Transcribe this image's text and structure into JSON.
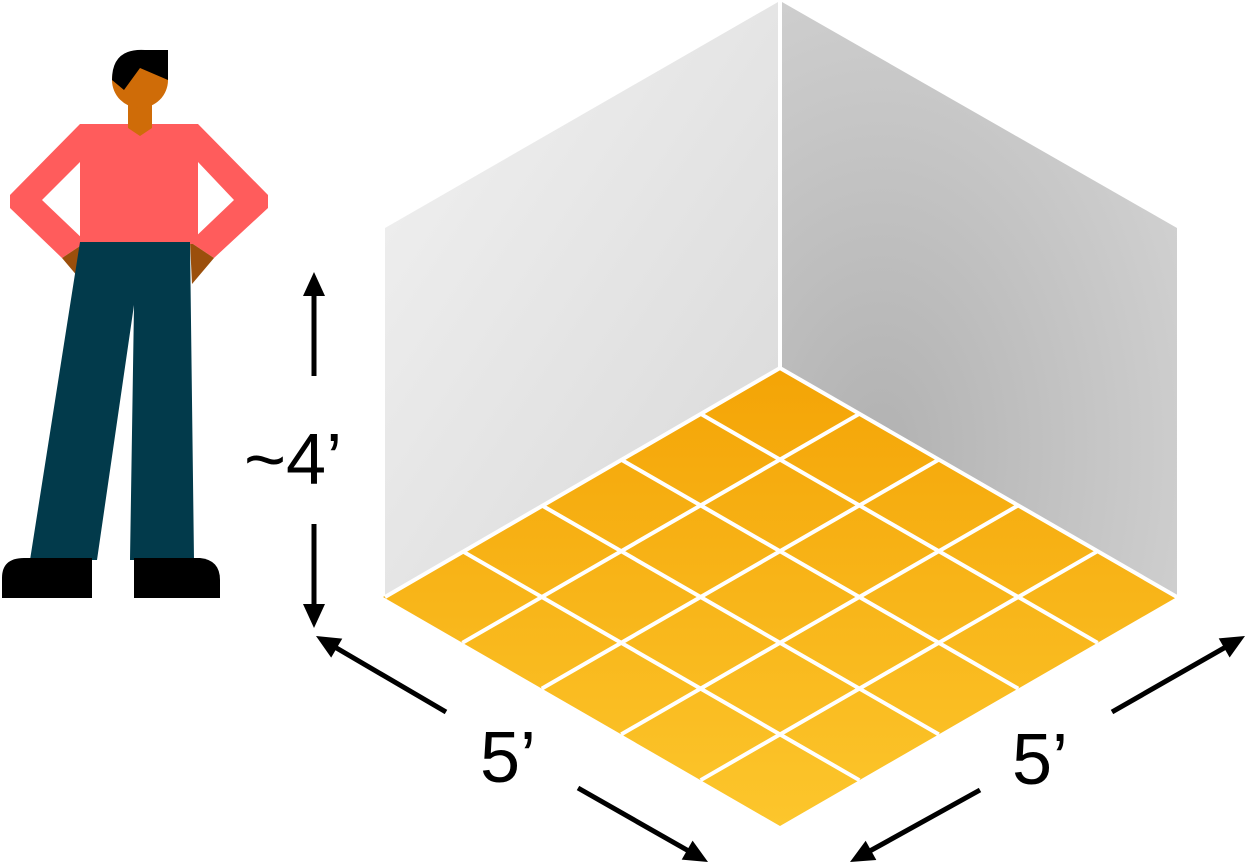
{
  "labels": {
    "height": "~4’",
    "left_width": "5’",
    "right_width": "5’"
  },
  "floor_grid": {
    "rows": 5,
    "cols": 5
  },
  "colors": {
    "floor_back": "#f4a406",
    "floor_front": "#fcc62c",
    "grid_line": "#ffffff",
    "left_wall_light": "#f2f2f2",
    "left_wall_dark": "#d8d8d8",
    "right_wall_light": "#d2d2d2",
    "right_wall_dark": "#b2b2b2",
    "shirt": "#ff5c5c",
    "pants": "#023a4b",
    "skin": "#cf6c08",
    "hands": "#9b4f0c",
    "hair": "#000000",
    "shoes": "#000000",
    "arrow": "#000000"
  },
  "icons": {
    "person": "person-standing-icon",
    "room": "isometric-room-icon"
  }
}
